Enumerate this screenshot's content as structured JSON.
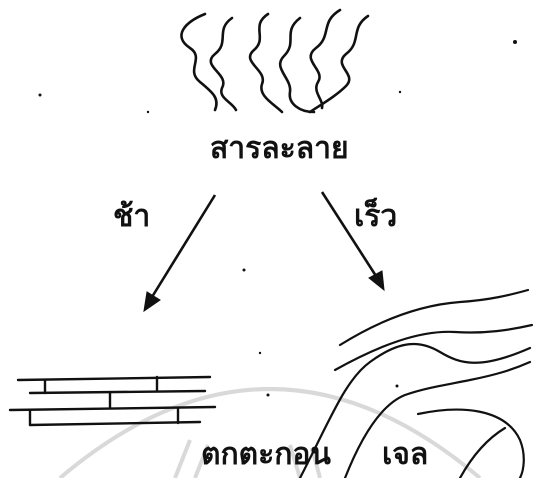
{
  "diagram": {
    "solution_label": "สารละลาย",
    "slow_label": "ช้า",
    "fast_label": "เร็ว",
    "precipitate_label": "ตกตะกอน",
    "gel_label": "เจล",
    "ink_color": "#111111",
    "watermark_color": "#d9d9d9"
  }
}
